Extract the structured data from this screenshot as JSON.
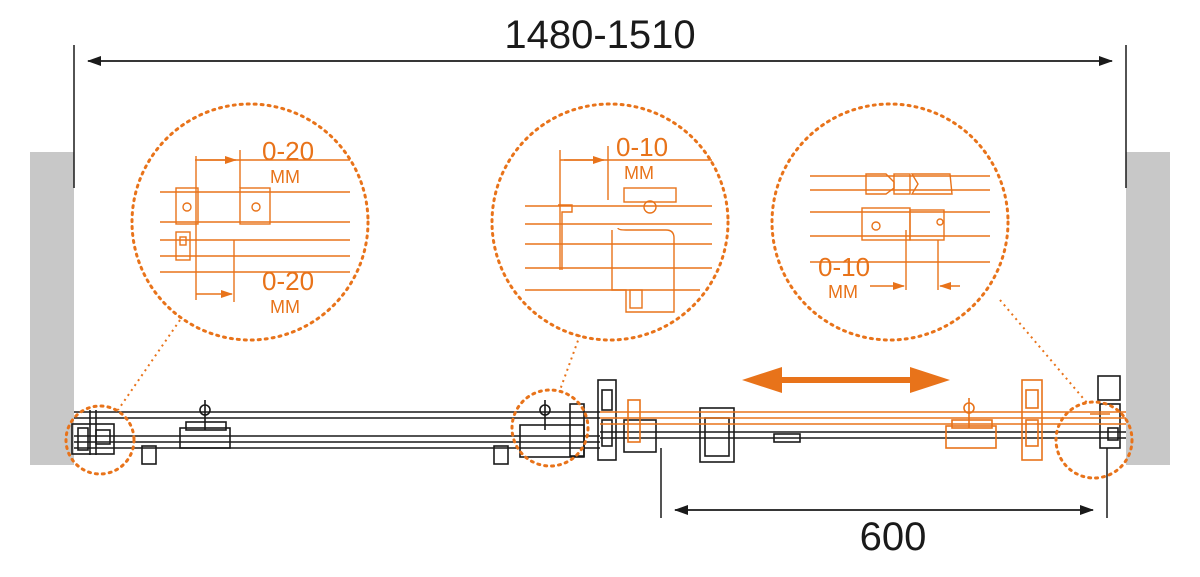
{
  "dimensions": {
    "overall_width": "1480-1510",
    "opening_width": "600"
  },
  "details": {
    "left": {
      "adjust_top": "0-20",
      "adjust_top_unit": "MM",
      "adjust_bottom": "0-20",
      "adjust_bottom_unit": "MM"
    },
    "middle": {
      "adjust": "0-10",
      "adjust_unit": "MM"
    },
    "right": {
      "adjust": "0-10",
      "adjust_unit": "MM"
    }
  },
  "colors": {
    "accent": "#e8731a",
    "line": "#1a1a1a",
    "wall": "#c8c8c8"
  },
  "icons": {
    "direction": "double-arrow-icon"
  }
}
